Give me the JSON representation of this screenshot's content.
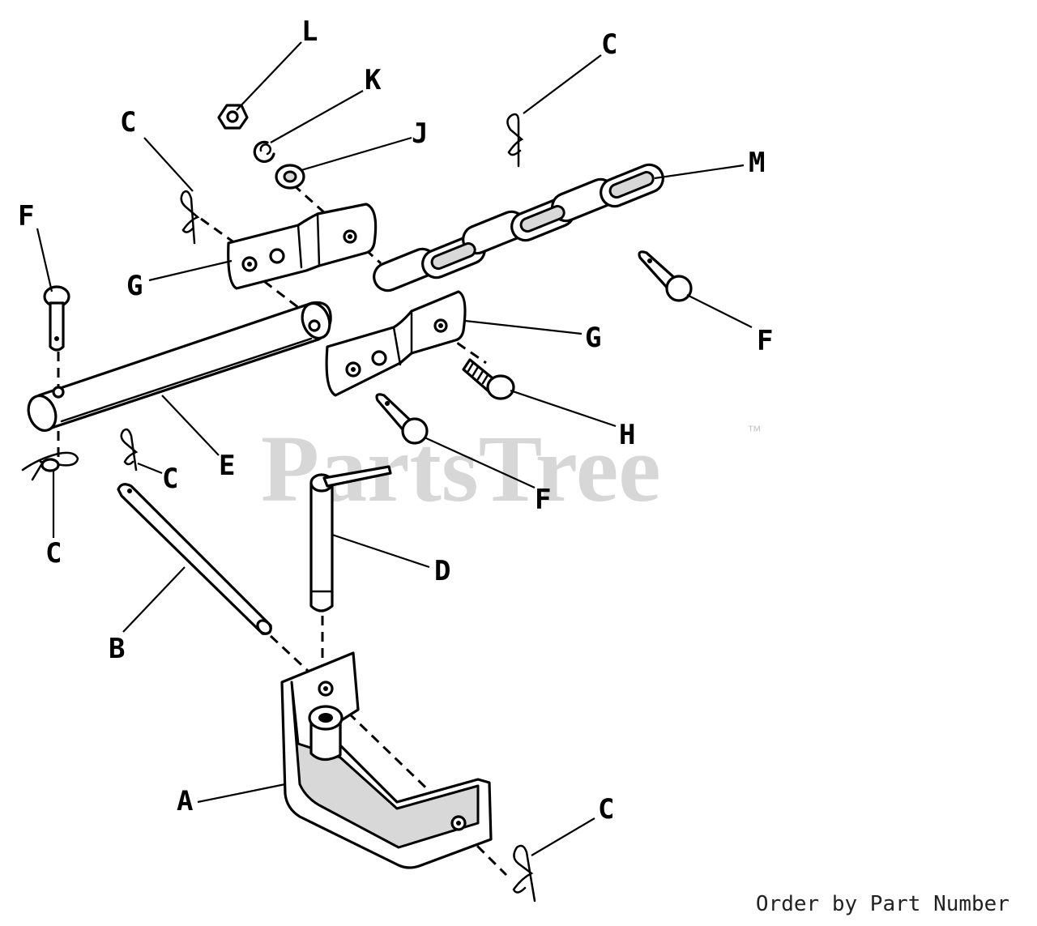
{
  "watermark": {
    "brand": "PartsTree",
    "trademark": "™"
  },
  "footer": {
    "note": "Order by Part Number"
  },
  "callouts": {
    "A": "A",
    "B": "B",
    "C": "C",
    "D": "D",
    "E": "E",
    "F": "F",
    "G": "G",
    "H": "H",
    "J": "J",
    "K": "K",
    "L": "L",
    "M": "M"
  }
}
